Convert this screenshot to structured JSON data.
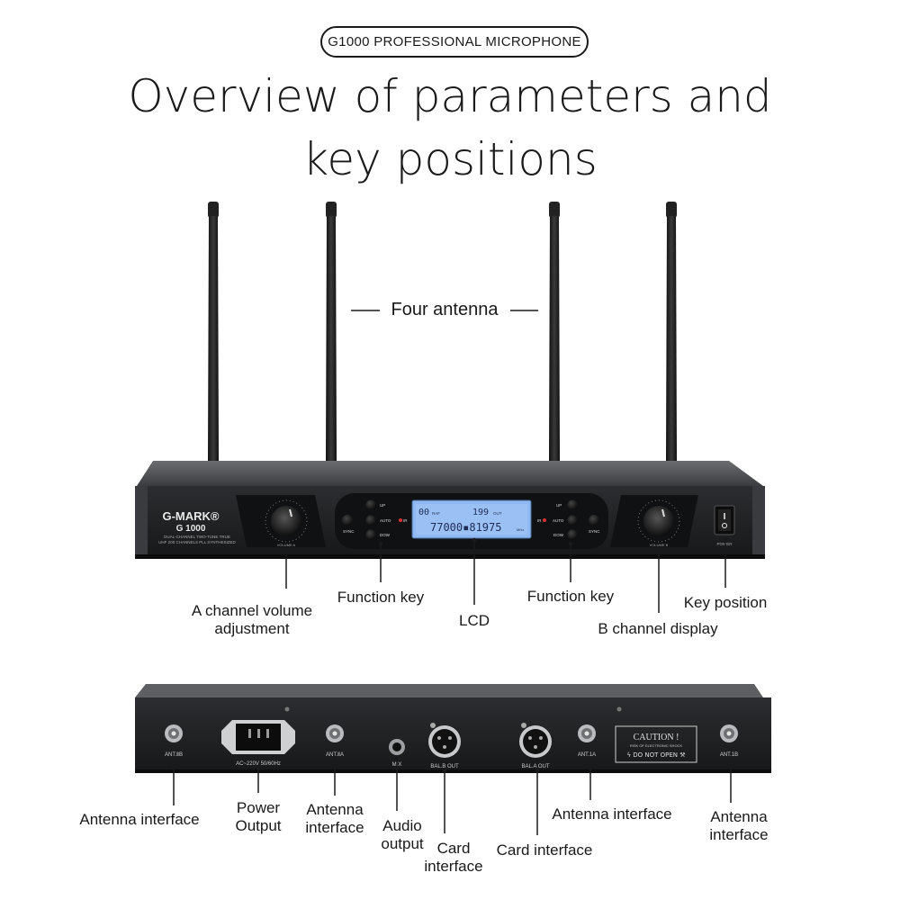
{
  "header": {
    "badge": "G1000 PROFESSIONAL MICROPHONE",
    "title_line1": "Overview of parameters and",
    "title_line2": "key positions"
  },
  "front_panel": {
    "brand": "G-MARK®",
    "model": "G 1000",
    "sub1": "DUAL-CHANNEL TWO-TUNE TRUE",
    "sub2": "UHF 200 CHANNELS PLL SYNTHESIZED",
    "volume_a_label": "VOLUME A",
    "volume_b_label": "VOLUME B",
    "power_label": "POWER",
    "key_up": "UP",
    "key_auto": "AUTO",
    "key_down": "DOW",
    "key_sync": "SYNC",
    "key_ir": "IR",
    "lcd_ch_a": "00",
    "lcd_ch_b": "199",
    "lcd_freq": "77000▪81975",
    "lcd_small_a": "RAF",
    "lcd_small_b": "OUT",
    "lcd_mhz": "MHz"
  },
  "rear_panel": {
    "ant_2b": "ANT.ⅡB",
    "ant_2a": "ANT.ⅡA",
    "ant_1a": "ANT.1A",
    "ant_1b": "ANT.1B",
    "ac": "AC~220V 50/60Hz",
    "mix": "MIX",
    "bal_b": "BAL.B OUT",
    "bal_a": "BAL.A OUT",
    "caution": "CAUTION !",
    "caution_sub": "RISK OF ELECTRONIC SHOCK",
    "caution_open": "ϟ DO NOT OPEN ⚒"
  },
  "callouts": {
    "four_antenna": "Four antenna",
    "a_volume_1": "A channel volume",
    "a_volume_2": "adjustment",
    "function_key_left": "Function key",
    "lcd": "LCD",
    "function_key_right": "Function key",
    "key_position": "Key position",
    "b_display": "B channel display",
    "antenna_interface_1": "Antenna interface",
    "power_1": "Power",
    "power_2": "Output",
    "antenna_2_1": "Antenna",
    "antenna_2_2": "interface",
    "audio_1": "Audio",
    "audio_2": "output",
    "card_1_1": "Card",
    "card_1_2": "interface",
    "card_2": "Card interface",
    "antenna_interface_3": "Antenna interface",
    "antenna_4_1": "Antenna",
    "antenna_4_2": "interface"
  },
  "colors": {
    "chassis": "#2a2b2e",
    "panel": "#1b1c1e",
    "lcd": "#8fb9f2",
    "ink": "#1a1a1a"
  }
}
